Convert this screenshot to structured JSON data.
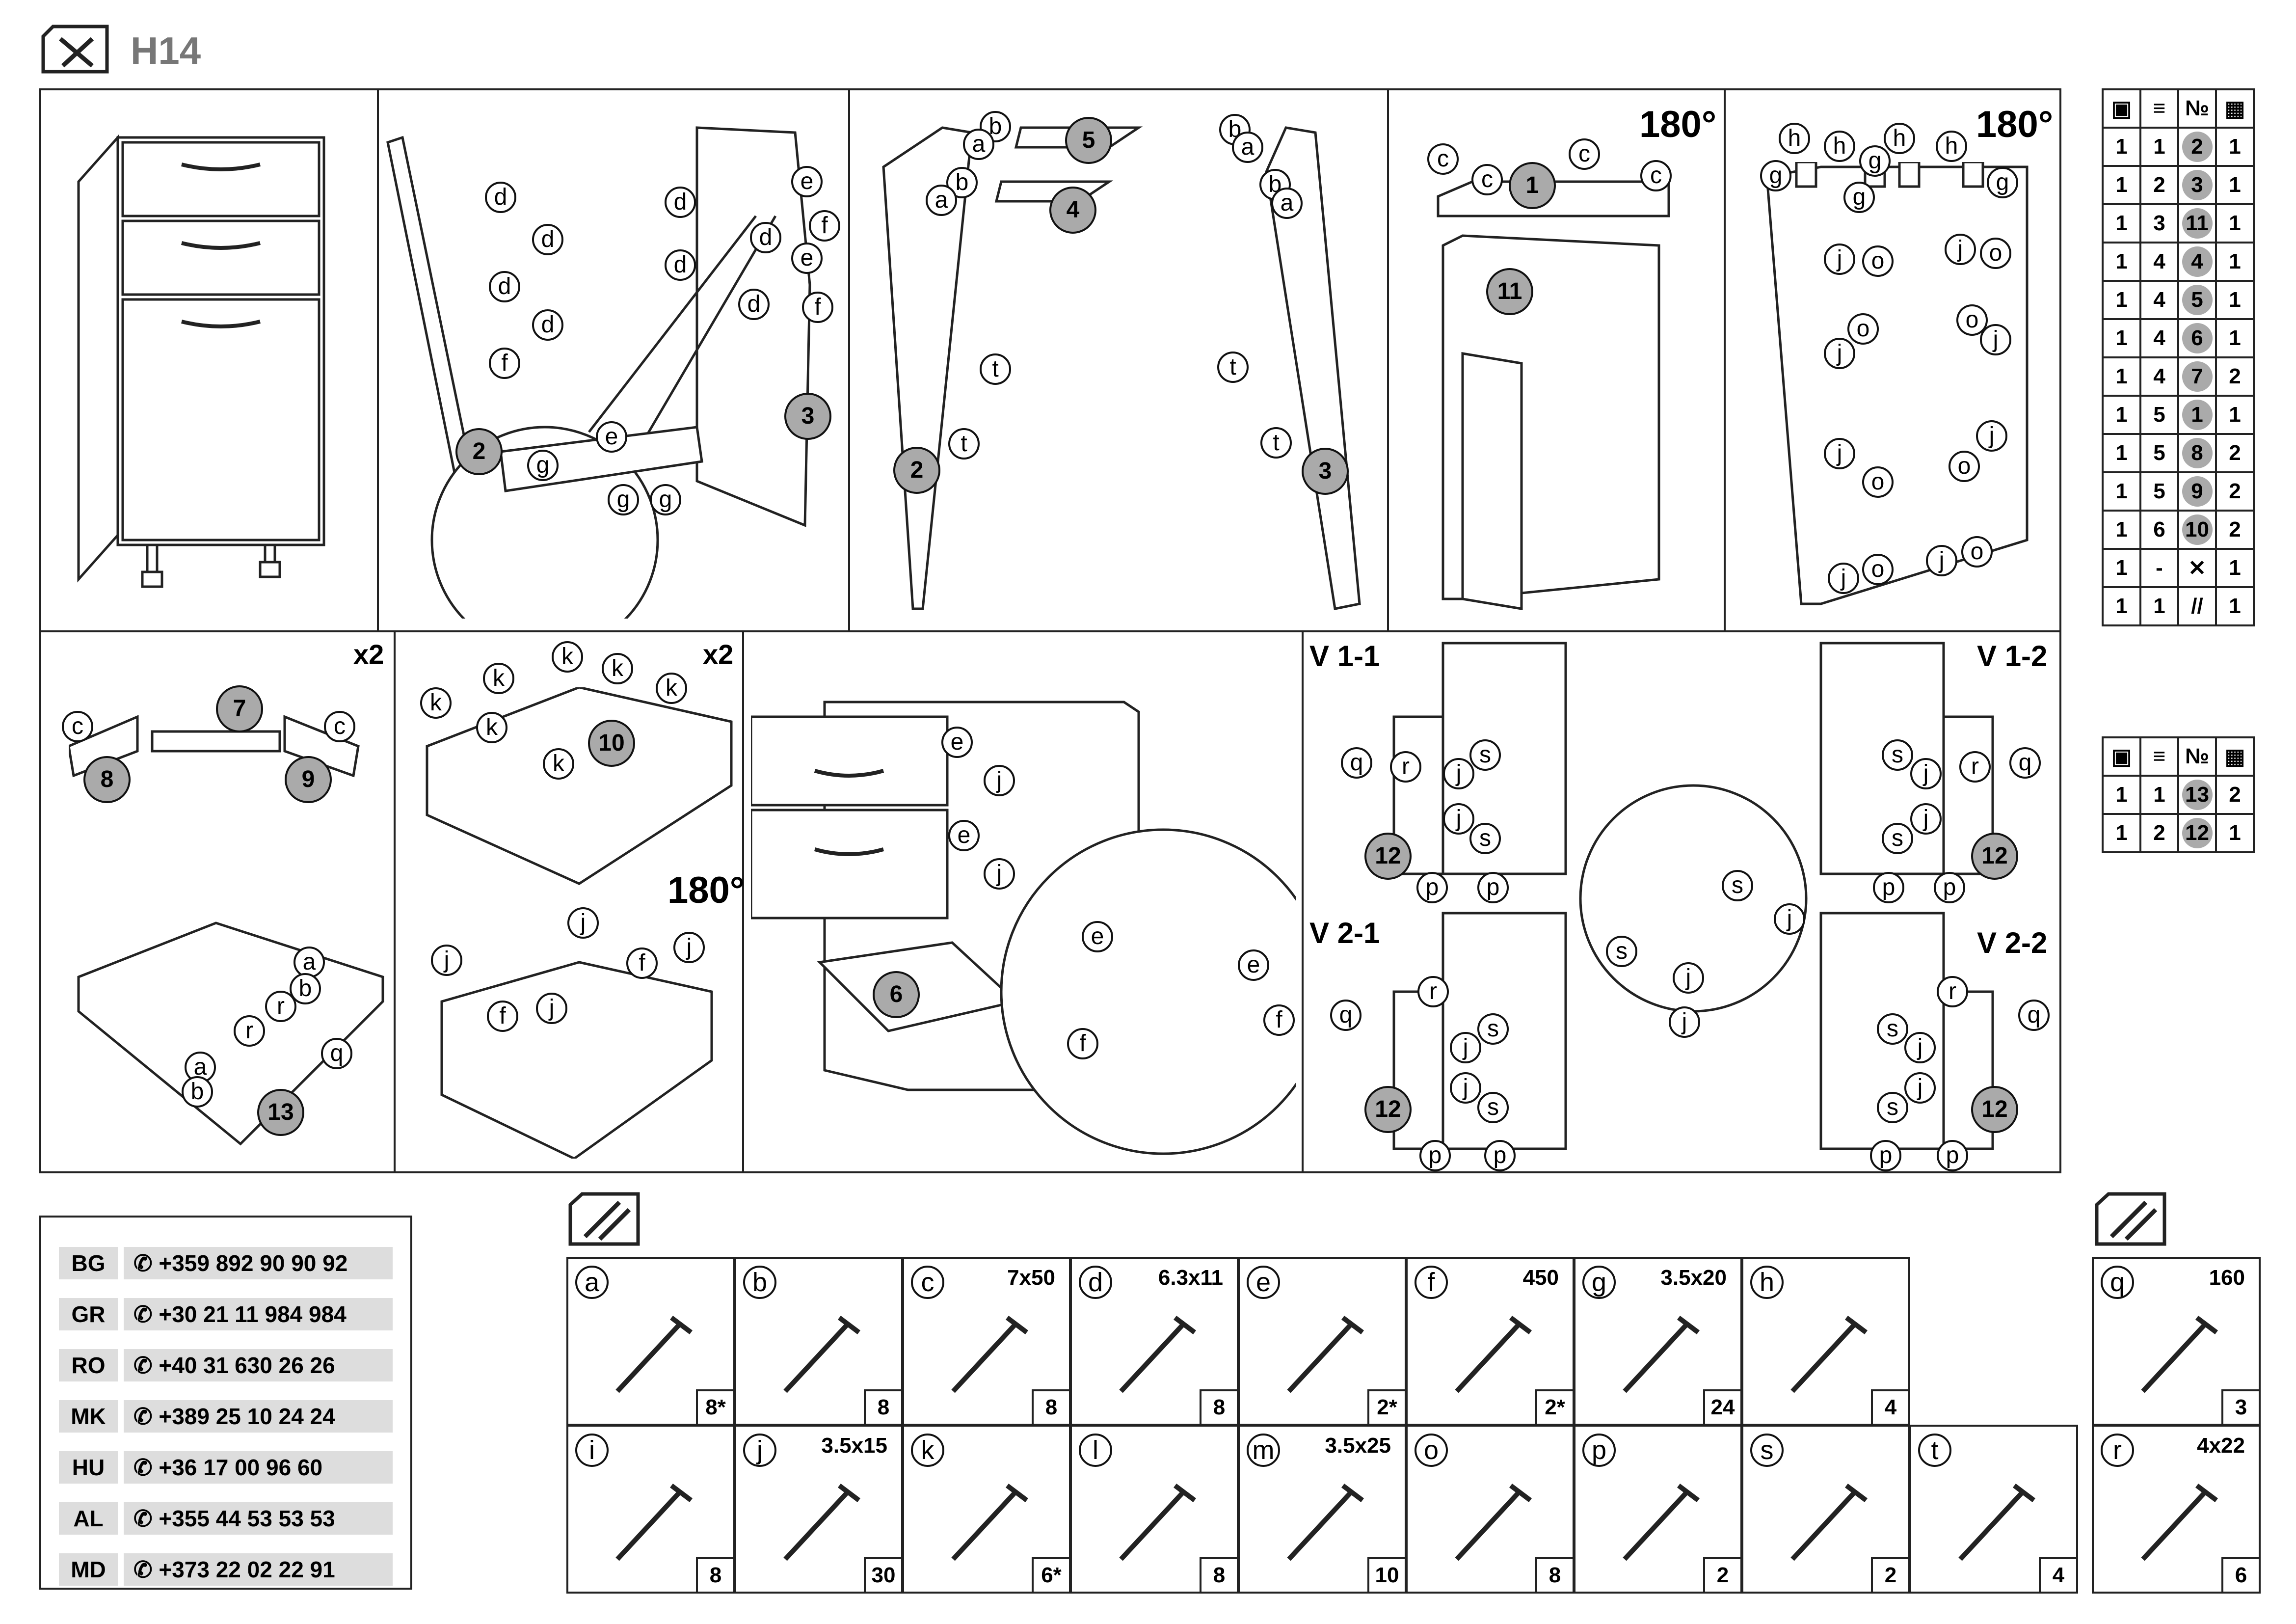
{
  "header": {
    "model": "H14"
  },
  "steps": {
    "rotate": "180°",
    "multiplier": "x2",
    "variants": {
      "v11": "V 1-1",
      "v12": "V 1-2",
      "v21": "V 2-1",
      "v22": "V 2-2"
    }
  },
  "part_numbers": {
    "p1": "1",
    "p2": "2",
    "p3": "3",
    "p4": "4",
    "p5": "5",
    "p6": "6",
    "p7": "7",
    "p8": "8",
    "p9": "9",
    "p10": "10",
    "p11": "11",
    "p12": "12",
    "p13": "13"
  },
  "parts_table_1": {
    "header_no": "№",
    "rows": [
      [
        "1",
        "1",
        "2",
        "1"
      ],
      [
        "1",
        "2",
        "3",
        "1"
      ],
      [
        "1",
        "3",
        "11",
        "1"
      ],
      [
        "1",
        "4",
        "4",
        "1"
      ],
      [
        "1",
        "4",
        "5",
        "1"
      ],
      [
        "1",
        "4",
        "6",
        "1"
      ],
      [
        "1",
        "4",
        "7",
        "2"
      ],
      [
        "1",
        "5",
        "1",
        "1"
      ],
      [
        "1",
        "5",
        "8",
        "2"
      ],
      [
        "1",
        "5",
        "9",
        "2"
      ],
      [
        "1",
        "6",
        "10",
        "2"
      ],
      [
        "1",
        "-",
        "",
        "1"
      ],
      [
        "1",
        "1",
        "",
        "1"
      ]
    ]
  },
  "parts_table_2": {
    "header_no": "№",
    "rows": [
      [
        "1",
        "1",
        "13",
        "2"
      ],
      [
        "1",
        "2",
        "12",
        "1"
      ]
    ]
  },
  "contacts": [
    {
      "country": "BG",
      "phone": "+359 892 90 90 92"
    },
    {
      "country": "GR",
      "phone": "+30 21 11 984 984"
    },
    {
      "country": "RO",
      "phone": "+40 31 630 26 26"
    },
    {
      "country": "MK",
      "phone": "+389 25 10 24 24"
    },
    {
      "country": "HU",
      "phone": "+36 17 00 96 60"
    },
    {
      "country": "AL",
      "phone": "+355 44 53 53 53"
    },
    {
      "country": "MD",
      "phone": "+373 22 02 22 91"
    }
  ],
  "hardware": [
    {
      "letter": "a",
      "size": "",
      "qty": "8*"
    },
    {
      "letter": "b",
      "size": "",
      "qty": "8"
    },
    {
      "letter": "c",
      "size": "7x50",
      "qty": "8"
    },
    {
      "letter": "d",
      "size": "6.3x11",
      "qty": "8"
    },
    {
      "letter": "e",
      "size": "",
      "qty": "2*"
    },
    {
      "letter": "f",
      "size": "450",
      "qty": "2*"
    },
    {
      "letter": "g",
      "size": "3.5x20",
      "qty": "24"
    },
    {
      "letter": "h",
      "size": "",
      "qty": "4"
    },
    {
      "letter": "i",
      "size": "",
      "qty": "8"
    },
    {
      "letter": "j",
      "size": "3.5x15",
      "qty": "30"
    },
    {
      "letter": "k",
      "size": "",
      "qty": "6*"
    },
    {
      "letter": "l",
      "size": "",
      "qty": "8"
    },
    {
      "letter": "m",
      "size": "3.5x25",
      "qty": "10"
    },
    {
      "letter": "o",
      "size": "",
      "qty": "8"
    },
    {
      "letter": "p",
      "size": "",
      "qty": "2"
    },
    {
      "letter": "s",
      "size": "",
      "qty": "2"
    },
    {
      "letter": "t",
      "size": "",
      "qty": "4"
    }
  ],
  "hardware_extra": [
    {
      "letter": "q",
      "size": "160",
      "qty": "3"
    },
    {
      "letter": "r",
      "size": "4x22",
      "qty": "6"
    }
  ],
  "letters": {
    "a": "a",
    "b": "b",
    "c": "c",
    "d": "d",
    "e": "e",
    "f": "f",
    "g": "g",
    "h": "h",
    "j": "j",
    "k": "k",
    "o": "o",
    "p": "p",
    "q": "q",
    "r": "r",
    "s": "s",
    "t": "t"
  }
}
